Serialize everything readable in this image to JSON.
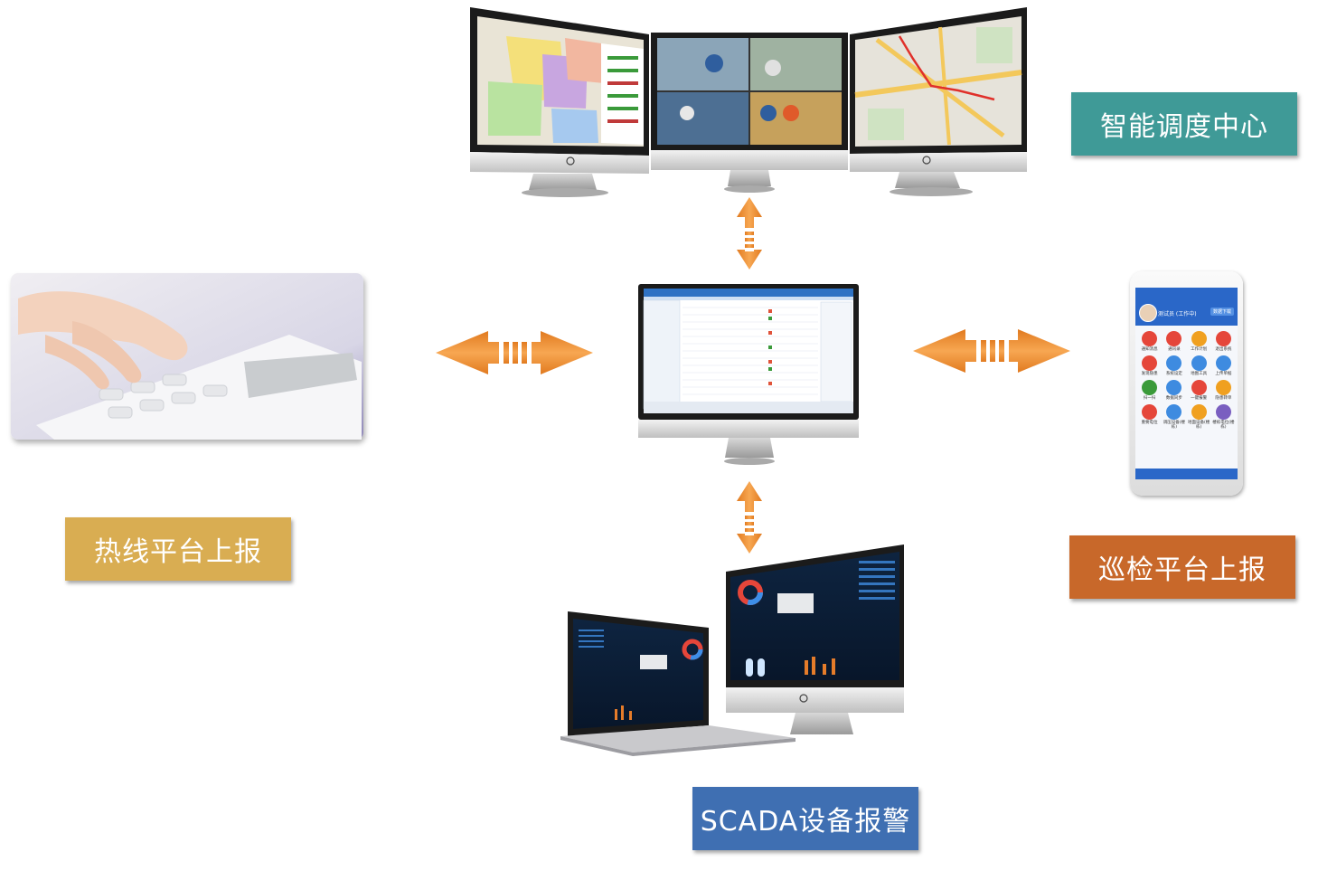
{
  "labels": {
    "dispatch_center": "智能调度中心",
    "hotline_report": "热线平台上报",
    "patrol_report": "巡检平台上报",
    "scada_alarm": "SCADA设备报警"
  },
  "phone": {
    "user": "测试员 (工作中)",
    "button": "数据下载",
    "apps": [
      "通知消息",
      "通讯录",
      "工作计划",
      "退出系统",
      "发现隐患",
      "系统设定",
      "地图工具",
      "上传单据",
      "扫一扫",
      "数据同步",
      "一键报警",
      "隐患转单",
      "重要电位",
      "调压设备(楼栋)",
      "地面设备(楼栋)",
      "楼栋电位(楼栋)"
    ]
  },
  "colors": {
    "dispatch": "#3f9a97",
    "hotline": "#d9ad52",
    "patrol": "#c8682a",
    "scada": "#3f6fb2",
    "arrow": "#f0923a"
  }
}
